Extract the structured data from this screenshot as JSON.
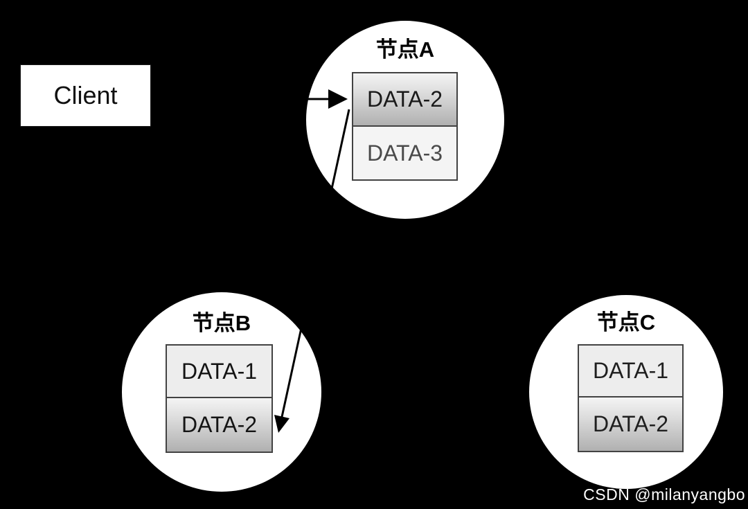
{
  "client": {
    "label": "Client"
  },
  "nodes": [
    {
      "id": "A",
      "label": "节点A",
      "boxes": [
        {
          "label": "DATA-2",
          "variant": "gradient",
          "text_color": "#1a1a1a"
        },
        {
          "label": "DATA-3",
          "variant": "plain-light",
          "text_color": "#4a4a4a"
        }
      ]
    },
    {
      "id": "B",
      "label": "节点B",
      "boxes": [
        {
          "label": "DATA-1",
          "variant": "plain",
          "text_color": "#141414"
        },
        {
          "label": "DATA-2",
          "variant": "gradient",
          "text_color": "#141414"
        }
      ]
    },
    {
      "id": "C",
      "label": "节点C",
      "boxes": [
        {
          "label": "DATA-1",
          "variant": "plain",
          "text_color": "#1f1f1f"
        },
        {
          "label": "DATA-2",
          "variant": "gradient",
          "text_color": "#1f1f1f"
        }
      ]
    }
  ],
  "watermark": {
    "text": "CSDN @milanyangbo"
  },
  "colors": {
    "bg": "#000000",
    "node_fill": "#ffffff",
    "box_border": "#424242",
    "box_plain": "#ededed",
    "box_plain_light": "#f4f4f4",
    "grad_top": "#f4f4f4",
    "grad_bottom": "#b0b0b0",
    "arrow": "#000000",
    "watermark": "#ffffff"
  }
}
